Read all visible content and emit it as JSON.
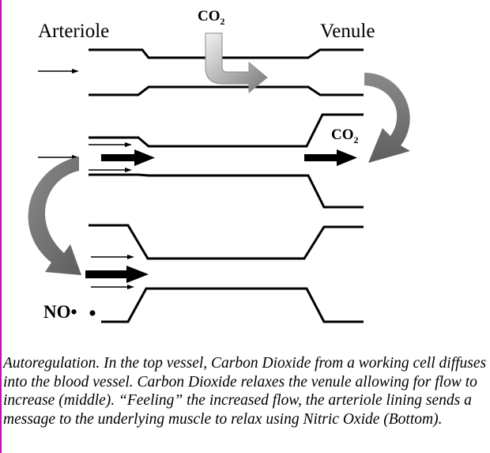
{
  "labels": {
    "arteriole": "Arteriole",
    "venule": "Venule",
    "co2_top": "CO",
    "co2_top_sub": "2",
    "co2_right": "CO",
    "co2_right_sub": "2",
    "no": "NO•"
  },
  "caption": "Autoregulation. In the top vessel, Carbon Dioxide from a working cell diffuses into the blood vessel. Carbon Dioxide relaxes the venule allowing for flow to increase (middle). “Feeling” the increased flow, the arteriole lining sends a message to the underlying muscle to relax using Nitric Oxide (Bottom).",
  "colors": {
    "line": "#000000",
    "arrow_gray_dark": "#6e6e6e",
    "arrow_gray_light": "#e0e0e0",
    "margin_rule": "#d400c8"
  }
}
